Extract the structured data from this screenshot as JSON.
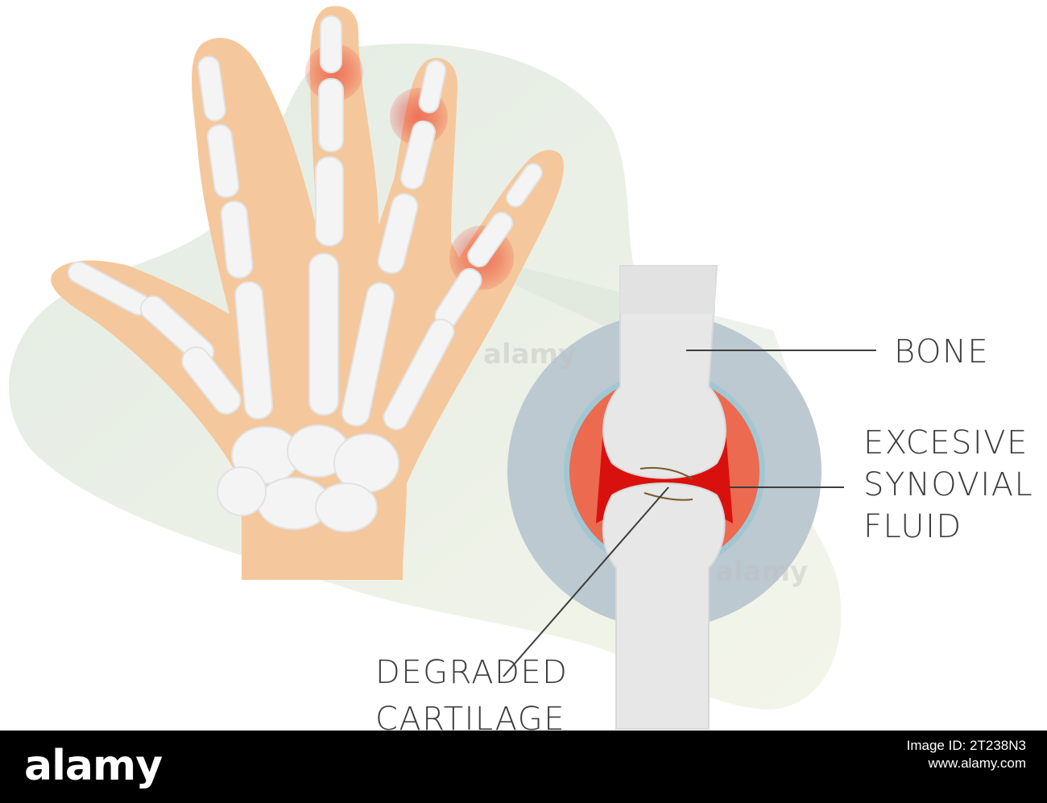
{
  "labels": {
    "bone": "BONE",
    "fluid": [
      "EXCESIVE",
      "SYNOVIAL",
      "FLUID"
    ],
    "cartilage": [
      "DEGRADED",
      "CARTILAGE"
    ]
  },
  "watermark": "alamy",
  "footer": {
    "logo": "alamy",
    "image_id_label": "Image ID: 2T238N3",
    "site": "www.alamy.com"
  },
  "colors": {
    "skin": "#f4c89c",
    "bone": "#f3f3f3",
    "inflammation": "#e8291e",
    "joint_halo": "#bcc9d1",
    "background_blob": "#e4ede3",
    "footer": "#000000"
  }
}
